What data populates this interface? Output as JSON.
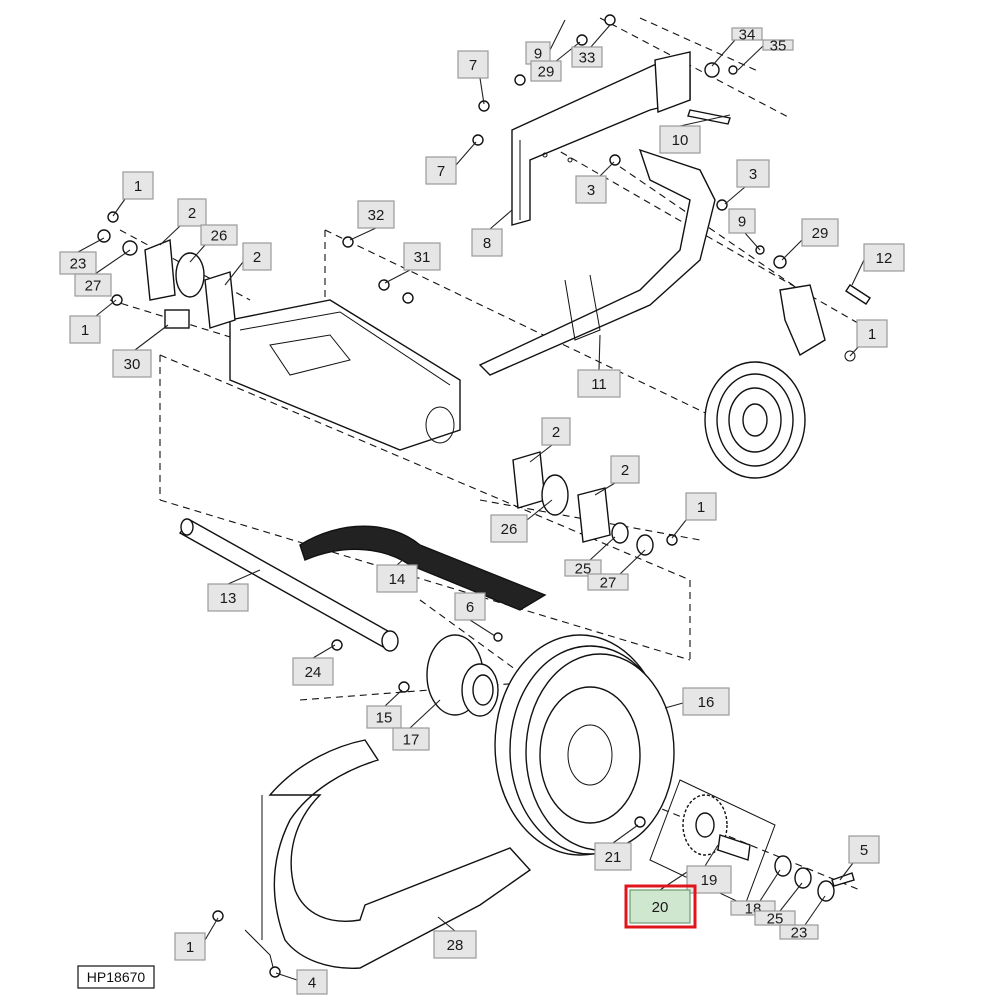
{
  "diagram_ref": "HP18670",
  "callouts": [
    {
      "text": "9"
    },
    {
      "text": "29"
    },
    {
      "text": "33"
    },
    {
      "text": "34"
    },
    {
      "text": "35"
    },
    {
      "text": "7"
    },
    {
      "text": "10"
    },
    {
      "text": "7"
    },
    {
      "text": "3"
    },
    {
      "text": "8"
    },
    {
      "text": "3"
    },
    {
      "text": "9"
    },
    {
      "text": "29"
    },
    {
      "text": "12"
    },
    {
      "text": "1"
    },
    {
      "text": "11"
    },
    {
      "text": "32"
    },
    {
      "text": "31"
    },
    {
      "text": "1"
    },
    {
      "text": "2"
    },
    {
      "text": "26"
    },
    {
      "text": "2"
    },
    {
      "text": "23"
    },
    {
      "text": "27"
    },
    {
      "text": "1"
    },
    {
      "text": "30"
    },
    {
      "text": "2"
    },
    {
      "text": "2"
    },
    {
      "text": "26"
    },
    {
      "text": "1"
    },
    {
      "text": "25"
    },
    {
      "text": "27"
    },
    {
      "text": "14"
    },
    {
      "text": "13"
    },
    {
      "text": "6"
    },
    {
      "text": "24"
    },
    {
      "text": "15"
    },
    {
      "text": "17"
    },
    {
      "text": "16"
    },
    {
      "text": "21"
    },
    {
      "text": "19"
    },
    {
      "text": "5"
    },
    {
      "text": "18"
    },
    {
      "text": "25"
    },
    {
      "text": "23"
    },
    {
      "text": "20"
    },
    {
      "text": "28"
    },
    {
      "text": "1"
    },
    {
      "text": "4"
    }
  ],
  "highlighted_callout": "20",
  "colors": {
    "label_fill": "#e6e6e6",
    "label_stroke": "#9a9a9a",
    "highlight_fill": "#cfe6cf",
    "focus_frame": "#e0141b",
    "line": "#111111"
  }
}
